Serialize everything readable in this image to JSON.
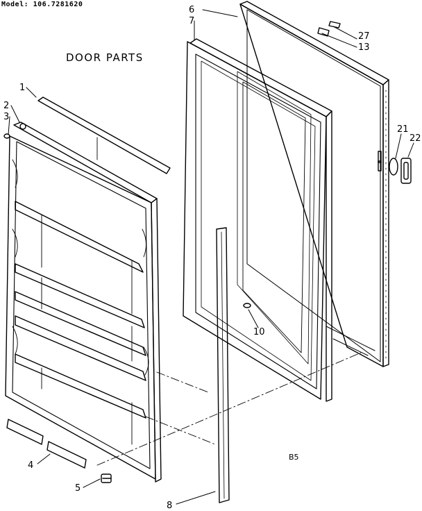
{
  "header": {
    "model_line": "Model: 106.7281620",
    "title": "DOOR PARTS",
    "diagram_code": "B5"
  },
  "callouts": [
    {
      "id": "c1",
      "label": "1"
    },
    {
      "id": "c2",
      "label": "2"
    },
    {
      "id": "c3",
      "label": "3"
    },
    {
      "id": "c4",
      "label": "4"
    },
    {
      "id": "c5",
      "label": "5"
    },
    {
      "id": "c6",
      "label": "6"
    },
    {
      "id": "c7",
      "label": "7"
    },
    {
      "id": "c8",
      "label": "8"
    },
    {
      "id": "c10",
      "label": "10"
    },
    {
      "id": "c13",
      "label": "13"
    },
    {
      "id": "c21",
      "label": "21"
    },
    {
      "id": "c22",
      "label": "22"
    },
    {
      "id": "c27",
      "label": "27"
    }
  ],
  "colors": {
    "ink": "#000000",
    "paper": "#ffffff"
  }
}
